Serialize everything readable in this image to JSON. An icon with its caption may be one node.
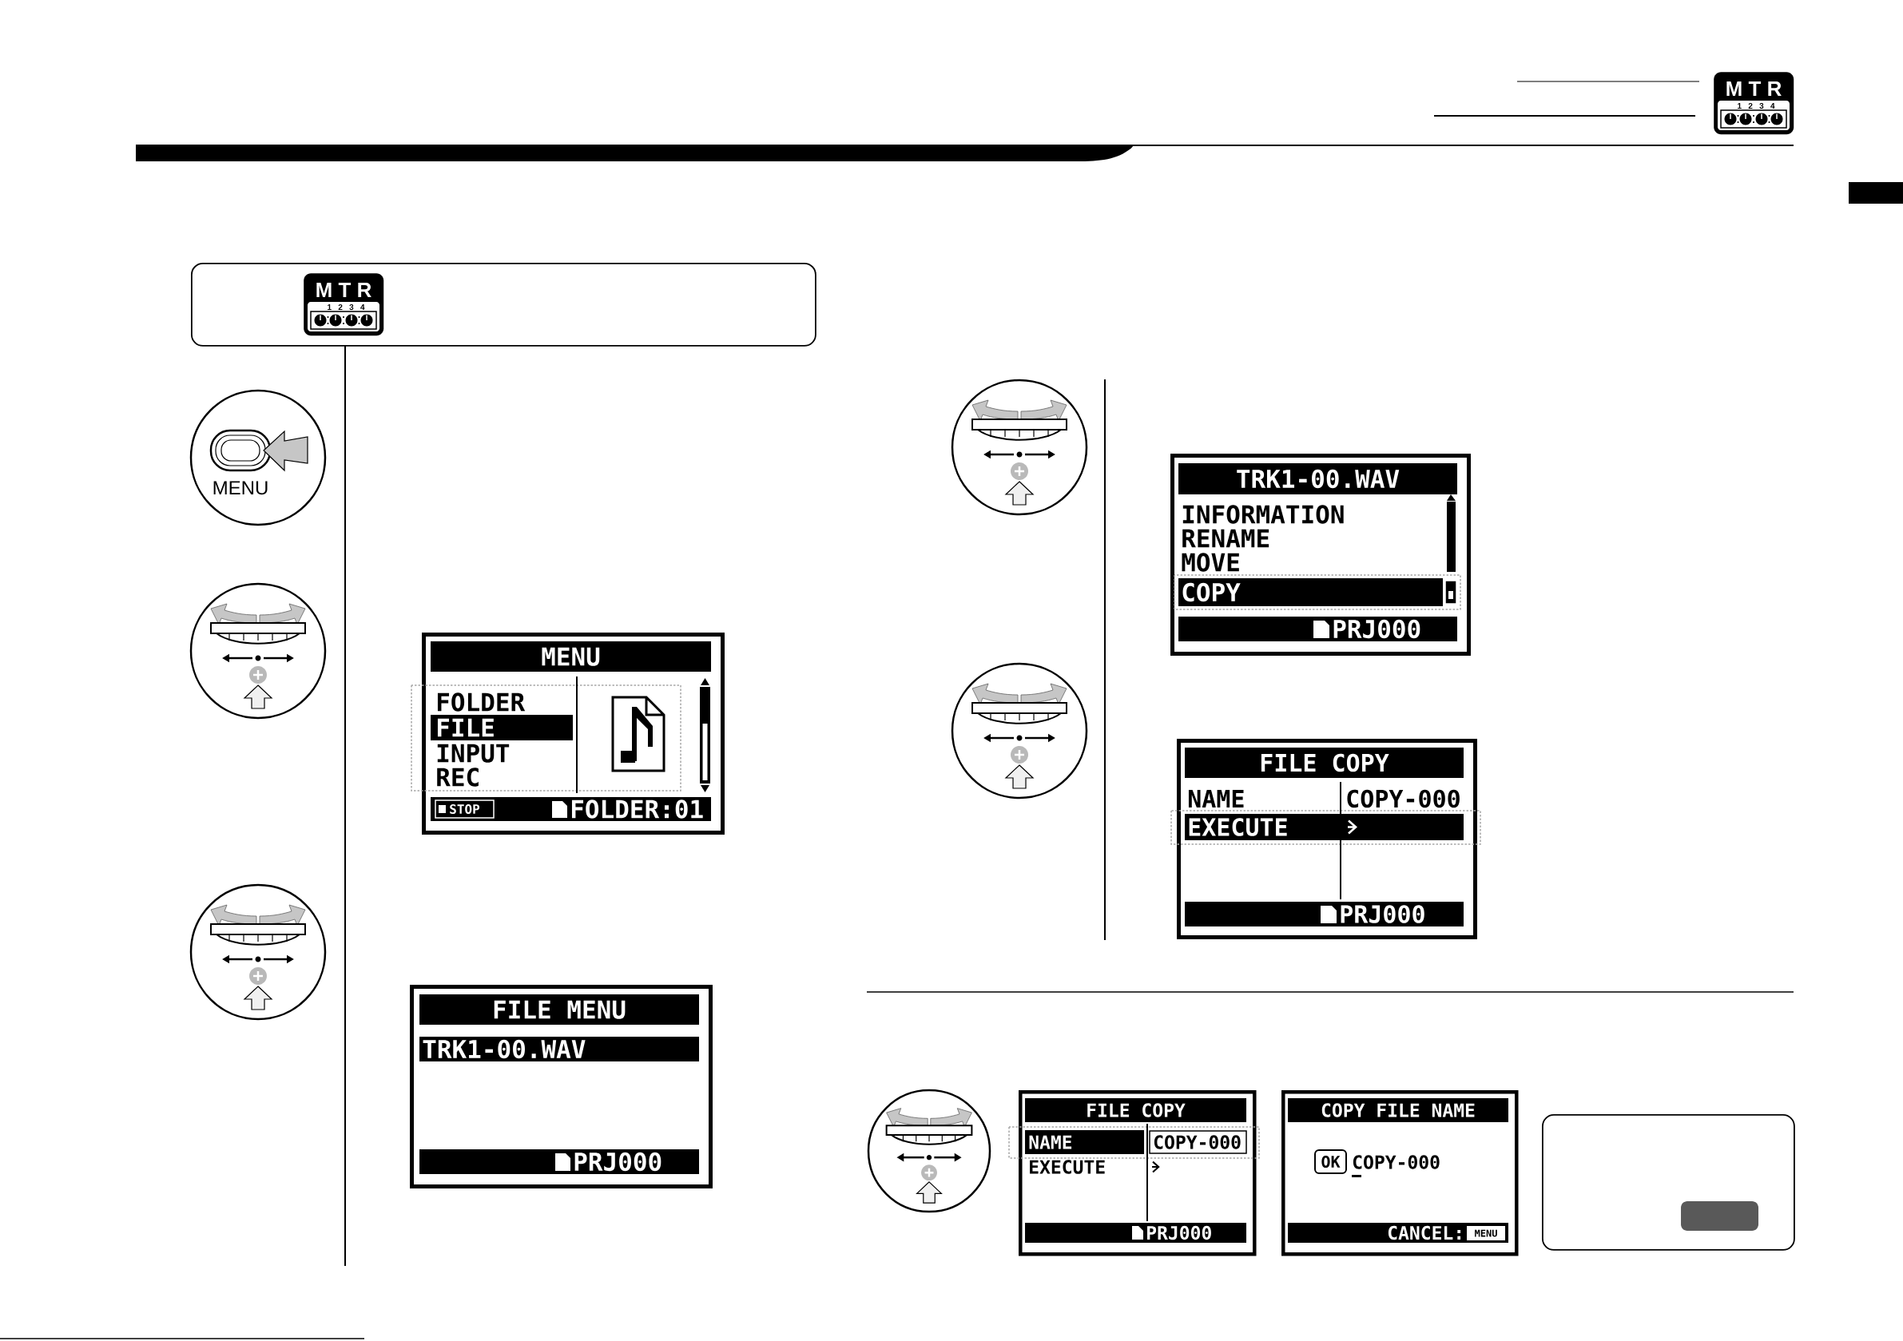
{
  "diagram": {
    "nodes": [
      {
        "text": [
          "M T R",
          "1 2 3 4"
        ]
      },
      {
        "text": [],
        "shape": "box"
      },
      {
        "text": [
          "M T R",
          "1 2 3 4"
        ],
        "in": 1
      },
      {
        "text": [
          "MENU"
        ]
      },
      {
        "text": [],
        "shape": "circle"
      },
      {
        "text": [
          "MENU",
          "FOLDER",
          "FILE",
          "INPUT",
          "REC",
          "STOP",
          "FOLDER:01"
        ]
      },
      {
        "text": [],
        "shape": "circle"
      },
      {
        "text": [
          "FILE MENU",
          "TRK1-00.WAV",
          "PRJ000"
        ]
      },
      {
        "text": [],
        "shape": "circle"
      },
      {
        "text": [
          "TRK1-00.WAV",
          "INFORMATION",
          "RENAME",
          "MOVE",
          "COPY",
          "PRJ000"
        ]
      },
      {
        "text": [],
        "shape": "circle"
      },
      {
        "text": [
          "FILE COPY",
          "NAME",
          "COPY-000",
          "EXECUTE",
          "PRJ000"
        ]
      },
      {
        "text": [],
        "shape": "circle"
      },
      {
        "text": [
          "FILE COPY",
          "NAME",
          "COPY-000",
          "EXECUTE",
          "PRJ000"
        ]
      },
      {
        "text": [
          "COPY FILE NAME",
          "OK",
          "COPY-000",
          "CANCEL:",
          "MENU"
        ]
      },
      {
        "text": [],
        "shape": "box"
      }
    ]
  }
}
